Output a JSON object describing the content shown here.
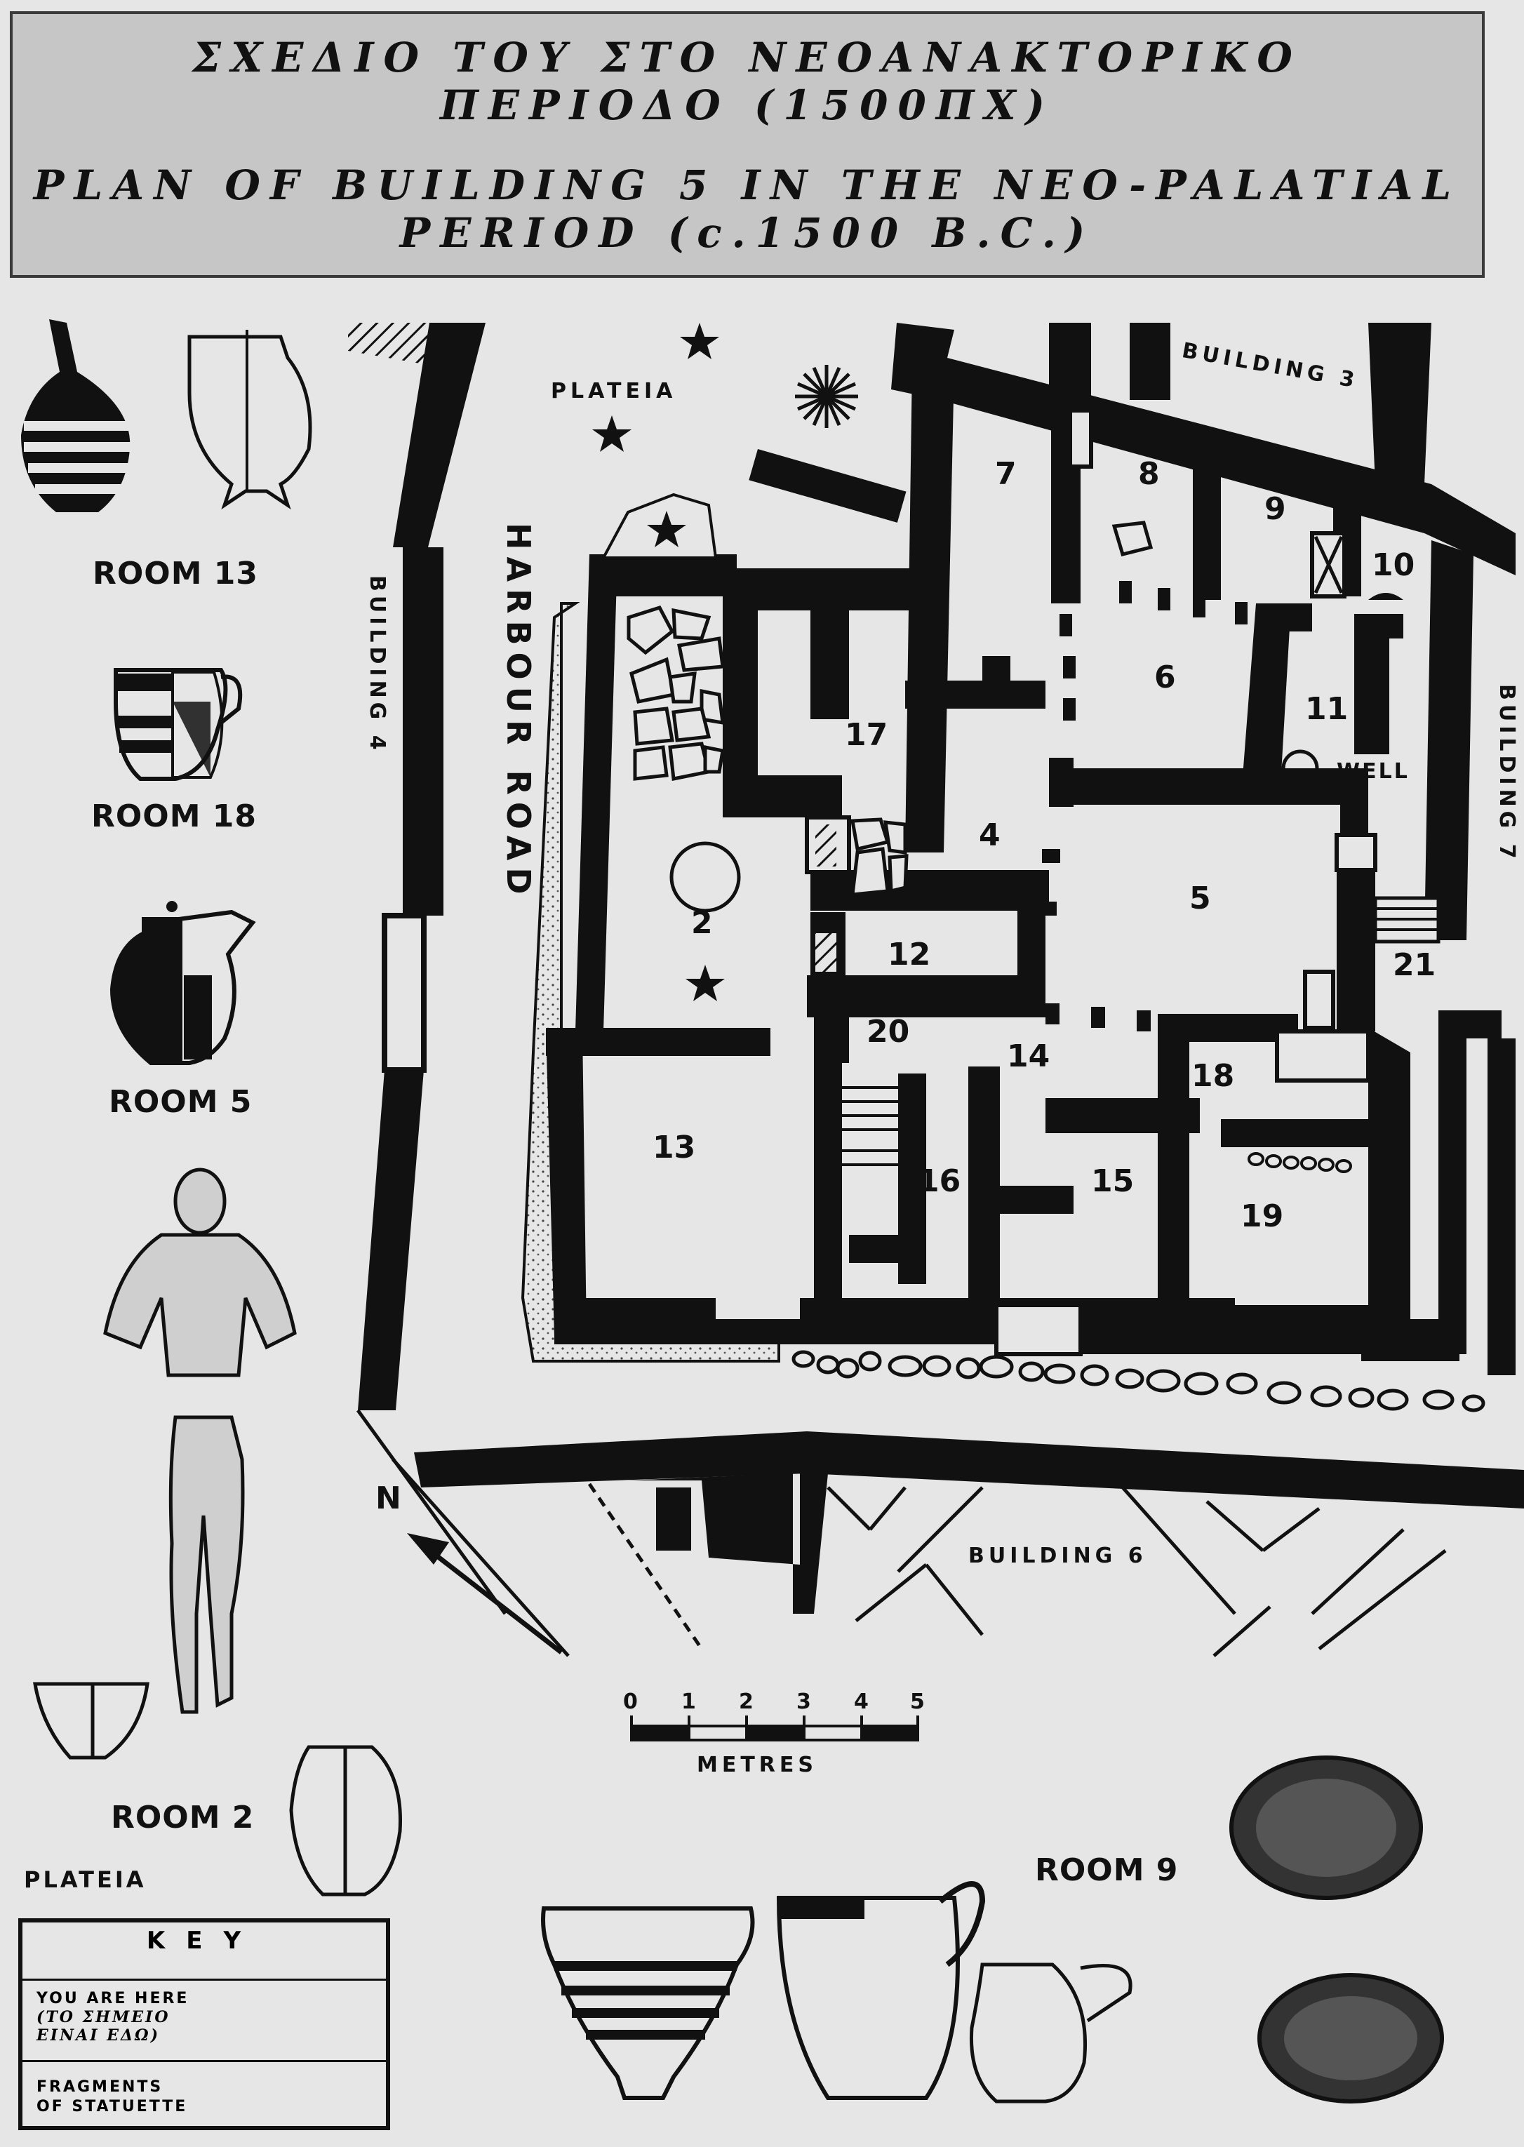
{
  "title": {
    "greek_line1": "ΣΧΕΔΙΟ ΤΟΥ ΣΤΟ ΝΕΟΑΝΑΚΤΟΡΙΚΟ",
    "greek_line2": "ΠΕΡΙΟΔΟ (1500ΠΧ)",
    "english_line1": "PLAN OF BUILDING 5 IN THE NEO-PALATIAL",
    "english_line2": "PERIOD (c.1500 B.C.)"
  },
  "map_labels": {
    "plateia_top": "PLATEIA",
    "harbour_road": "HARBOUR ROAD",
    "building_3": "BUILDING 3",
    "building_4": "BUILDING 4",
    "building_6": "BUILDING 6",
    "building_7": "BUILDING 7",
    "well": "WELL",
    "north": "N"
  },
  "room_numbers": [
    "2",
    "4",
    "5",
    "6",
    "7",
    "8",
    "9",
    "10",
    "11",
    "12",
    "13",
    "14",
    "15",
    "16",
    "17",
    "18",
    "19",
    "20",
    "21"
  ],
  "artifact_captions": {
    "room13": "ROOM 13",
    "room18": "ROOM 18",
    "room5": "ROOM 5",
    "room2": "ROOM 2",
    "room9": "ROOM 9",
    "plateia": "PLATEIA"
  },
  "scale": {
    "ticks": [
      "0",
      "1",
      "2",
      "3",
      "4",
      "5"
    ],
    "unit": "METRES"
  },
  "key": {
    "title": "KEY",
    "you_are_here": "YOU ARE HERE",
    "you_are_here_greek_1": "(ΤΟ ΣΗΜΕΙΟ",
    "you_are_here_greek_2": "ΕΙΝΑΙ ΕΔΩ)",
    "fragments_1": "FRAGMENTS",
    "fragments_2": "OF STATUETTE"
  },
  "colors": {
    "ink": "#111111",
    "paper": "#e6e6e6",
    "title_bg": "#c6c6c6"
  }
}
